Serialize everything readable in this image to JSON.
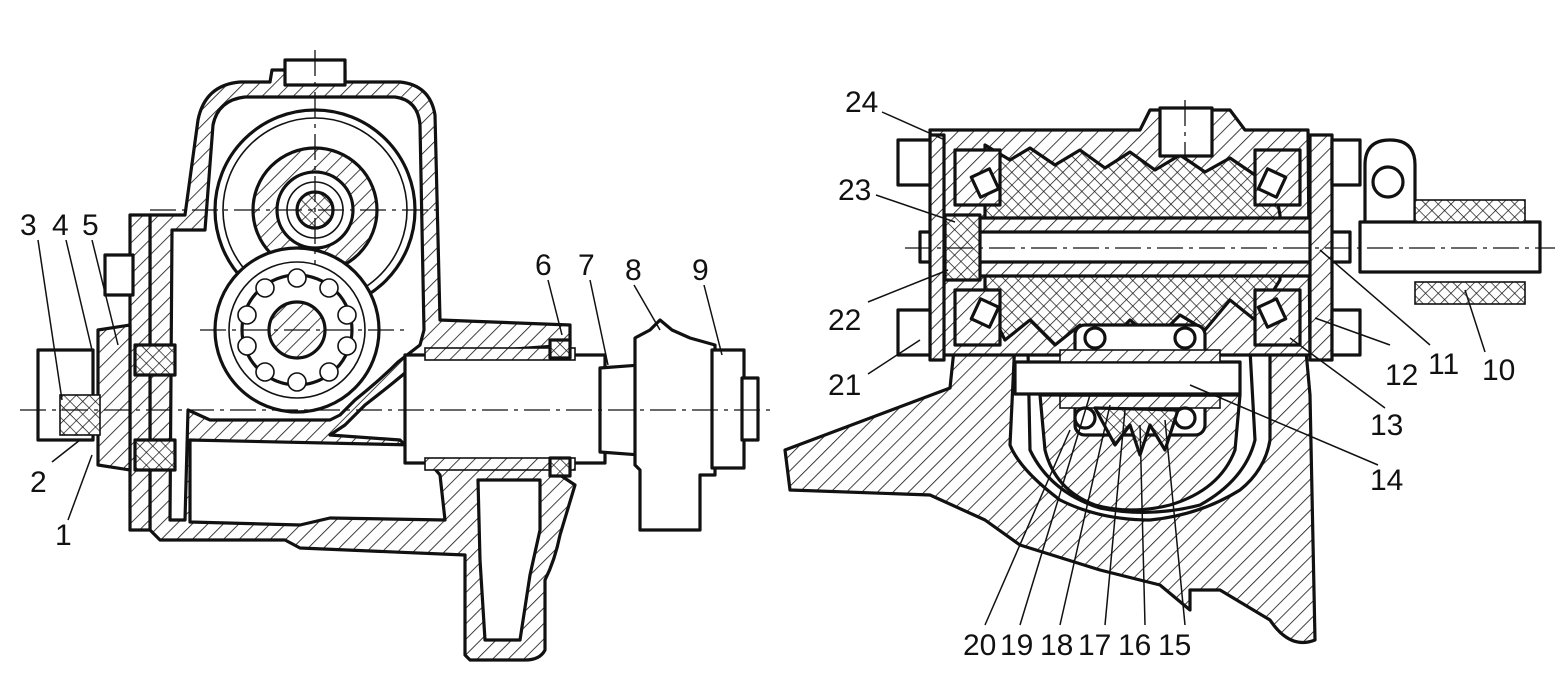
{
  "figure": {
    "left_view_labels": [
      {
        "id": "1",
        "text": "1"
      },
      {
        "id": "2",
        "text": "2"
      },
      {
        "id": "3",
        "text": "3"
      },
      {
        "id": "4",
        "text": "4"
      },
      {
        "id": "5",
        "text": "5"
      },
      {
        "id": "6",
        "text": "6"
      },
      {
        "id": "7",
        "text": "7"
      },
      {
        "id": "8",
        "text": "8"
      },
      {
        "id": "9",
        "text": "9"
      }
    ],
    "right_view_labels": [
      {
        "id": "10",
        "text": "10"
      },
      {
        "id": "11",
        "text": "11"
      },
      {
        "id": "12",
        "text": "12"
      },
      {
        "id": "13",
        "text": "13"
      },
      {
        "id": "14",
        "text": "14"
      },
      {
        "id": "15",
        "text": "15"
      },
      {
        "id": "16",
        "text": "16"
      },
      {
        "id": "17",
        "text": "17"
      },
      {
        "id": "18",
        "text": "18"
      },
      {
        "id": "19",
        "text": "19"
      },
      {
        "id": "20",
        "text": "20"
      },
      {
        "id": "21",
        "text": "21"
      },
      {
        "id": "22",
        "text": "22"
      },
      {
        "id": "23",
        "text": "23"
      },
      {
        "id": "24",
        "text": "24"
      }
    ]
  }
}
